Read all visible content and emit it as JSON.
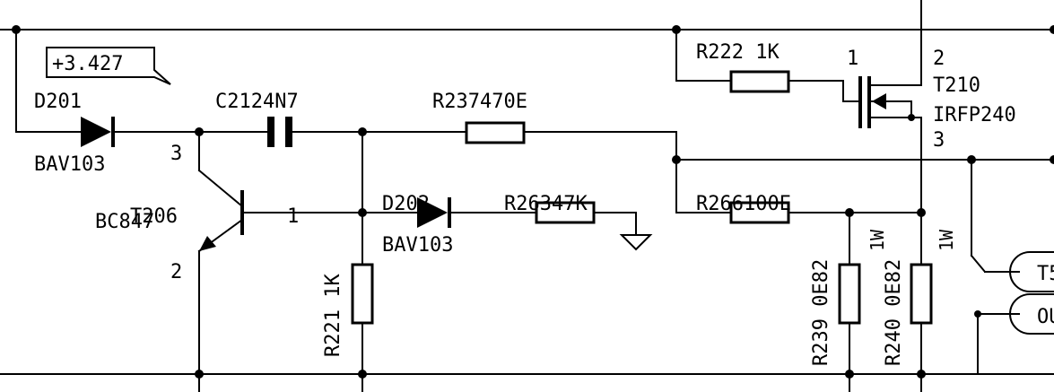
{
  "note_value": "+3.427",
  "labels": {
    "d201_ref": "D201",
    "d201_type": "BAV103",
    "c212_ref": "C2124N7",
    "r237_ref": "R237470E",
    "r222_ref": "R222 1K",
    "t210_pin1": "1",
    "t210_pin2": "2",
    "t210_ref": "T210",
    "t210_type": "IRFP240",
    "t210_pin3": "3",
    "t206_pin3": "3",
    "t206_ref": "T206",
    "t206_type": "BC847",
    "t206_pin1": "1",
    "t206_pin2": "2",
    "d202_ref": "D202",
    "d202_type": "BAV103",
    "r263_ref": "R26347K",
    "r266_ref": "R266100E",
    "r221_ref": "R221 1K",
    "r239_ref": "R239 0E82",
    "r239_power": "1W",
    "r240_ref": "R240 0E82",
    "r240_power": "1W",
    "conn1": "T5",
    "conn2": "OU"
  }
}
